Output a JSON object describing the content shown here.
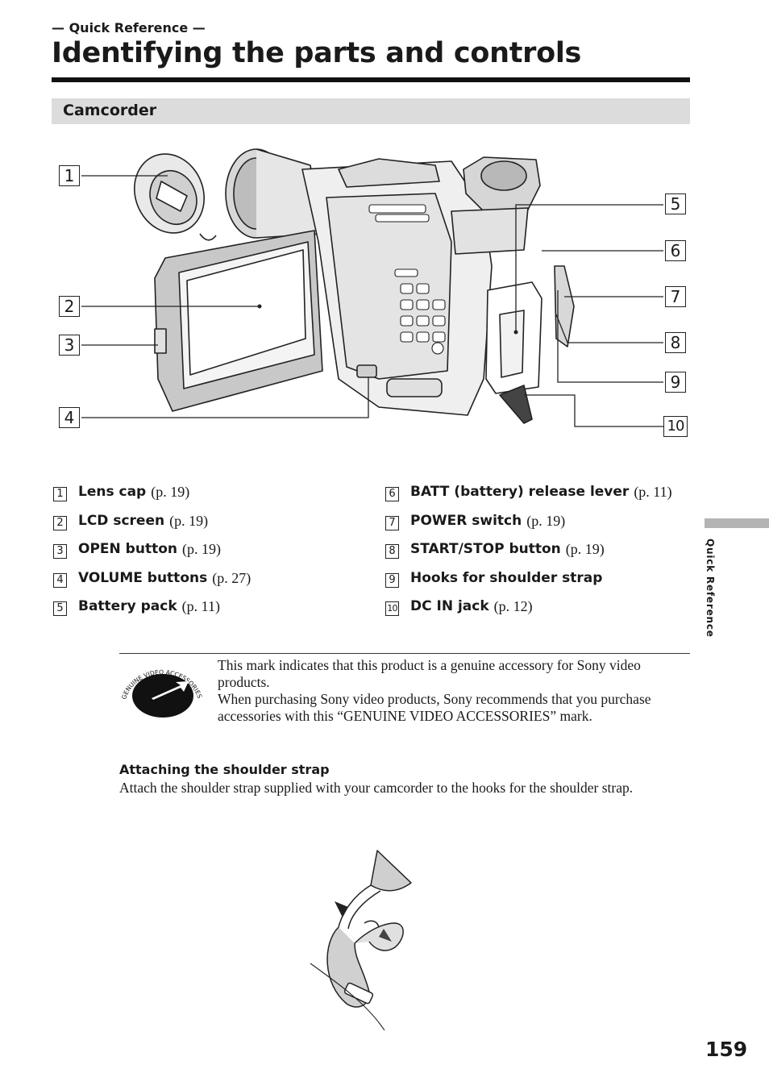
{
  "header": {
    "kicker": "— Quick Reference —",
    "title": "Identifying the parts and controls",
    "section": "Camcorder"
  },
  "figure": {
    "callouts": [
      "1",
      "2",
      "3",
      "4",
      "5",
      "6",
      "7",
      "8",
      "9",
      "10"
    ]
  },
  "parts_left": [
    {
      "num": "1",
      "name": "Lens cap",
      "ref": "(p. 19)"
    },
    {
      "num": "2",
      "name": "LCD screen",
      "ref": "(p. 19)"
    },
    {
      "num": "3",
      "name": "OPEN button",
      "ref": "(p. 19)"
    },
    {
      "num": "4",
      "name": "VOLUME buttons",
      "ref": "(p. 27)"
    },
    {
      "num": "5",
      "name": "Battery pack",
      "ref": "(p. 11)"
    }
  ],
  "parts_right": [
    {
      "num": "6",
      "name": "BATT (battery) release lever",
      "ref": "(p. 11)"
    },
    {
      "num": "7",
      "name": "POWER switch",
      "ref": "(p. 19)"
    },
    {
      "num": "8",
      "name": "START/STOP button",
      "ref": "(p. 19)"
    },
    {
      "num": "9",
      "name": "Hooks for shoulder strap",
      "ref": ""
    },
    {
      "num": "10",
      "name": "DC IN jack",
      "ref": "(p. 12)"
    }
  ],
  "notice": {
    "logo_text": "GENUINE VIDEO ACCESSORIES",
    "line1": "This mark indicates that this product is a genuine accessory for Sony video products.",
    "line2": "When purchasing Sony video products, Sony recommends that you purchase accessories with this “GENUINE VIDEO ACCESSORIES” mark."
  },
  "strap": {
    "heading": "Attaching the shoulder strap",
    "body": "Attach the shoulder strap supplied with your camcorder to the hooks for the shoulder strap."
  },
  "side_tab": "Quick Reference",
  "page_number": "159",
  "colors": {
    "section_band": "#dcdcdc",
    "side_tab": "#b4b4b4",
    "ink": "#1a1a1a"
  }
}
